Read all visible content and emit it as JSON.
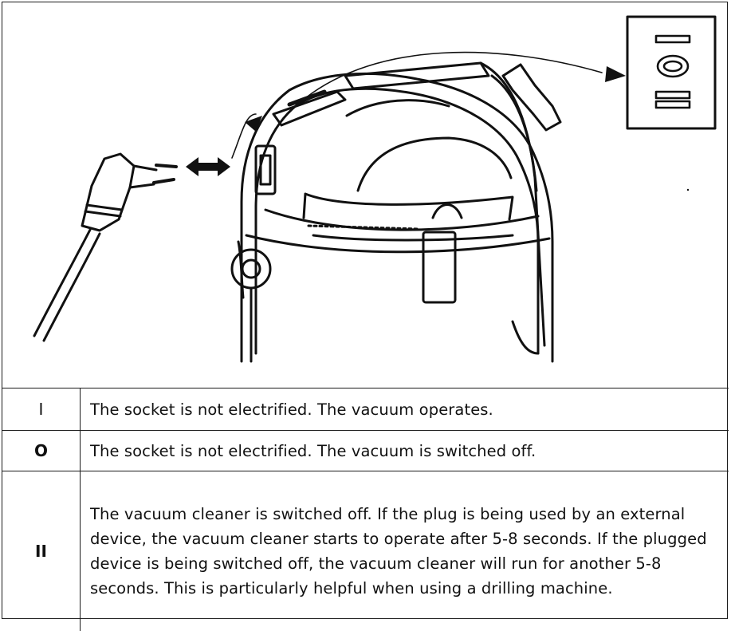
{
  "figure": {
    "switch_positions": [
      "I",
      "O",
      "II"
    ],
    "icons": [
      "power-plug-icon",
      "double-arrow-icon",
      "vacuum-cleaner-icon",
      "switch-detail-icon",
      "arrow-icon"
    ]
  },
  "legend": {
    "rows": [
      {
        "symbol": "I",
        "text": "The socket is not electrified. The vacuum operates."
      },
      {
        "symbol": "O",
        "text": "The socket is not electrified. The vacuum is switched off."
      },
      {
        "symbol": "II",
        "text": "The vacuum cleaner is switched off. If the plug is being used by an external device, the vacuum cleaner starts to operate after 5-8 seconds. If the plugged device is being switched off, the vacuum cleaner will run for another 5-8 seconds. This is particularly helpful when using a drilling machine."
      }
    ]
  }
}
